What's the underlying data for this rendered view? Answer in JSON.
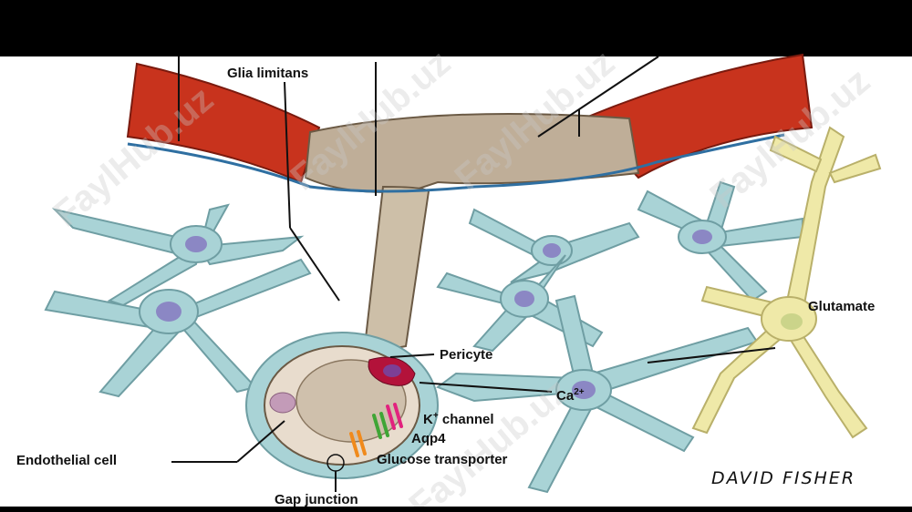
{
  "labels": {
    "glia_limitans": "Glia limitans",
    "pericyte": "Pericyte",
    "k_channel": "K",
    "k_channel_sup": "+",
    "k_channel_suffix": " channel",
    "aqp4": "Aqp4",
    "glucose_transporter": "Glucose transporter",
    "endothelial_cell": "Endothelial cell",
    "gap_junction": "Gap junction",
    "glutamate": "Glutamate",
    "calcium": "Ca",
    "calcium_sup": "2+"
  },
  "signature": "DAVID FISHER",
  "watermark": "FaylHub.uz",
  "colors": {
    "astrocyte": "#a9d3d6",
    "astrocyte_stroke": "#6f9ea3",
    "vessel_red": "#c8331d",
    "vessel_tan": "#bfae98",
    "neuron_yellow": "#efe9a8",
    "membrane_blue": "#2f6fa1",
    "pericyte": "#b3123a",
    "k_channel": "#e2227e",
    "aqp4": "#3fa535",
    "glucose_transporter": "#f08a1c"
  }
}
